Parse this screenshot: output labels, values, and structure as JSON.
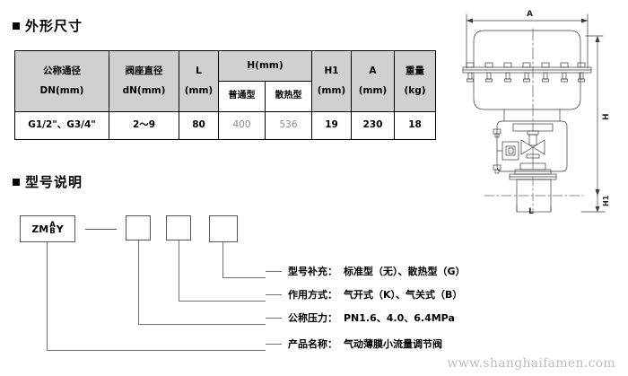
{
  "sections": {
    "dimensions": {
      "bullet": "square-bullet",
      "title": "外形尺寸"
    },
    "model": {
      "bullet": "square-bullet",
      "title": "型号说明"
    }
  },
  "table": {
    "headers": {
      "dn": {
        "line1": "公称通径",
        "line2": "DN(mm)"
      },
      "dn_seat": {
        "line1": "阀座直径",
        "line2": "dN(mm)"
      },
      "l": {
        "line1": "L",
        "line2": "(mm)"
      },
      "h": {
        "line1": "H(mm)"
      },
      "h_sub": {
        "normal": "普通型",
        "heat": "散热型"
      },
      "h1": {
        "line1": "H1",
        "line2": "(mm)"
      },
      "a": {
        "line1": "A",
        "line2": "(mm)"
      },
      "weight": {
        "line1": "重量",
        "line2": "(kg)"
      }
    },
    "rows": [
      {
        "dn": "G1/2\"、G3/4\"",
        "dn_seat": "2～9",
        "l": "80",
        "h_normal": "400",
        "h_heat": "536",
        "h1": "19",
        "a": "230",
        "weight": "18"
      }
    ]
  },
  "model_code": {
    "main_box": {
      "prefix": "ZM",
      "stack_top": "A",
      "stack_bottom": "B",
      "suffix": "Y"
    },
    "boxes": [
      "",
      "",
      ""
    ],
    "legend": [
      {
        "label": "型号补充：",
        "value": "标准型（无）、散热型（G）"
      },
      {
        "label": "作用方式：",
        "value": "气开式（K）、气关式（B）"
      },
      {
        "label": "公称压力：",
        "value": "PN1.6、4.0、6.4MPa"
      },
      {
        "label": "产品名称：",
        "value": "气动薄膜小流量调节阀"
      }
    ]
  },
  "drawing": {
    "dimension_labels": {
      "a": "A",
      "h": "H",
      "h1": "H1",
      "l": "L"
    }
  },
  "watermark": {
    "text": "www.shanghaifamen.com"
  },
  "colors": {
    "header_fill": "#d0d0d0",
    "border": "#000000",
    "line": "#707070",
    "watermark": "#b9bfbc",
    "muted_value": "#8a8a8a"
  }
}
